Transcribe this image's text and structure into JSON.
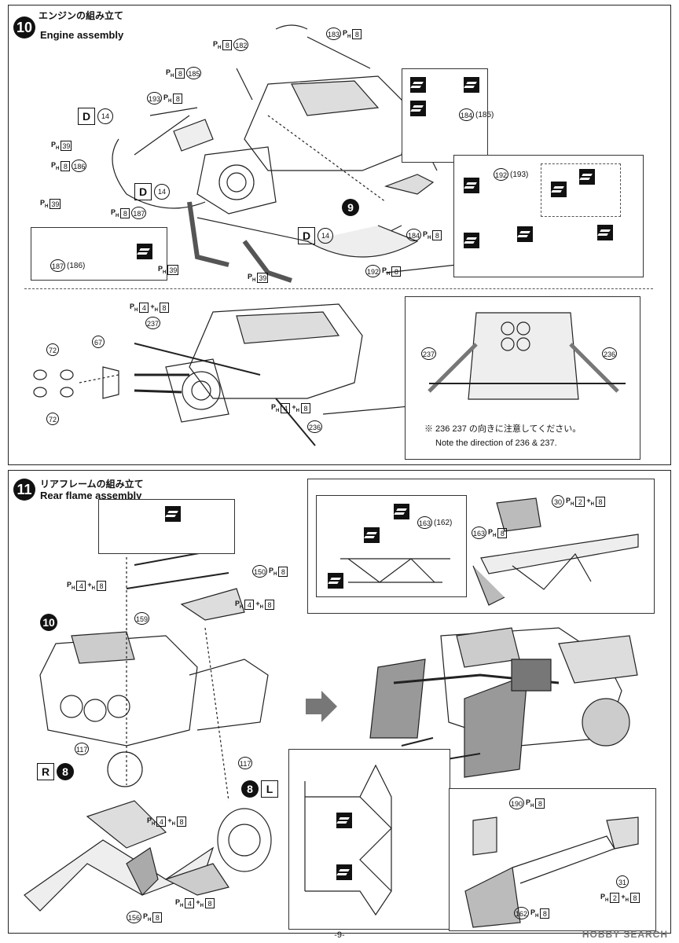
{
  "step10": {
    "number": "10",
    "title_jp": "エンジンの組み立て",
    "title_en": "Engine assembly",
    "note_jp": "※ 236 237 の向きに注意してください。",
    "note_en": "Note the direction of 236 & 237.",
    "parts": {
      "p182": "182",
      "p183": "183",
      "p185": "185",
      "p185b": "(185)",
      "p184": "184",
      "p193": "193",
      "p193b": "(193)",
      "p192": "192",
      "p186": "186",
      "p186b": "(186)",
      "p187": "187",
      "p72a": "72",
      "p72b": "72",
      "p67": "67",
      "p237": "237",
      "p236": "236",
      "p237b": "237",
      "p236b": "236"
    },
    "tags": {
      "d": "D",
      "d_num": "14",
      "nine": "9"
    },
    "paint": {
      "h39": "39",
      "h8": "8",
      "h4": "4"
    }
  },
  "step11": {
    "number": "11",
    "title_jp": "リアフレームの組み立て",
    "title_en": "Rear flame assembly",
    "parts": {
      "p150": "150",
      "p159": "159",
      "p117a": "117",
      "p117b": "117",
      "p156": "156",
      "p163": "163",
      "p163b": "(162)",
      "p163c": "163",
      "p30": "30",
      "p190": "190",
      "p162": "162",
      "p31": "31",
      "p10": "10"
    },
    "tags": {
      "r": "R",
      "r_num": "8",
      "l": "L",
      "l_num": "8"
    }
  },
  "footer": {
    "page": "-9-",
    "watermark": "HOBBY SEARCH"
  }
}
